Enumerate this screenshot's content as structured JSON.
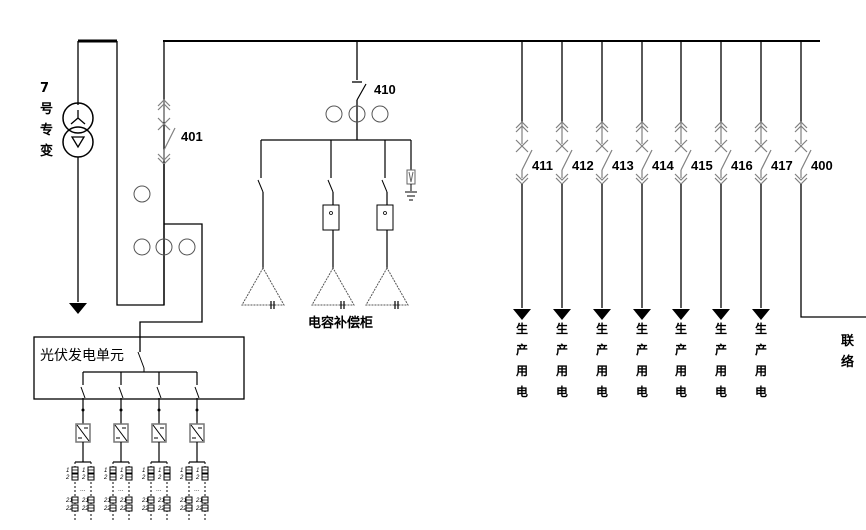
{
  "title": "光伏接入单线图",
  "transformer": {
    "label_chars": [
      "7",
      "号",
      "专",
      "变"
    ]
  },
  "incoming_breaker": {
    "label": "401"
  },
  "capacitor_breaker": {
    "label": "410"
  },
  "capacitor_cabinet": {
    "label": "电容补偿柜"
  },
  "pv_unit": {
    "label": "光伏发电单元",
    "inverter_count": 4
  },
  "pv_strings": {
    "top_labels": [
      "1",
      "2"
    ],
    "bottom_labels": [
      "21",
      "22"
    ],
    "ellipsis": "…"
  },
  "feeders": [
    {
      "id": "411",
      "load_chars": [
        "生",
        "产",
        "用",
        "电"
      ]
    },
    {
      "id": "412",
      "load_chars": [
        "生",
        "产",
        "用",
        "电"
      ]
    },
    {
      "id": "413",
      "load_chars": [
        "生",
        "产",
        "用",
        "电"
      ]
    },
    {
      "id": "414",
      "load_chars": [
        "生",
        "产",
        "用",
        "电"
      ]
    },
    {
      "id": "415",
      "load_chars": [
        "生",
        "产",
        "用",
        "电"
      ]
    },
    {
      "id": "416",
      "load_chars": [
        "生",
        "产",
        "用",
        "电"
      ]
    },
    {
      "id": "417",
      "load_chars": [
        "生",
        "产",
        "用",
        "电"
      ]
    }
  ],
  "tie": {
    "id": "400",
    "label_chars": [
      "联",
      "络"
    ]
  },
  "colors": {
    "line": "#000000",
    "switch": "#808080"
  }
}
